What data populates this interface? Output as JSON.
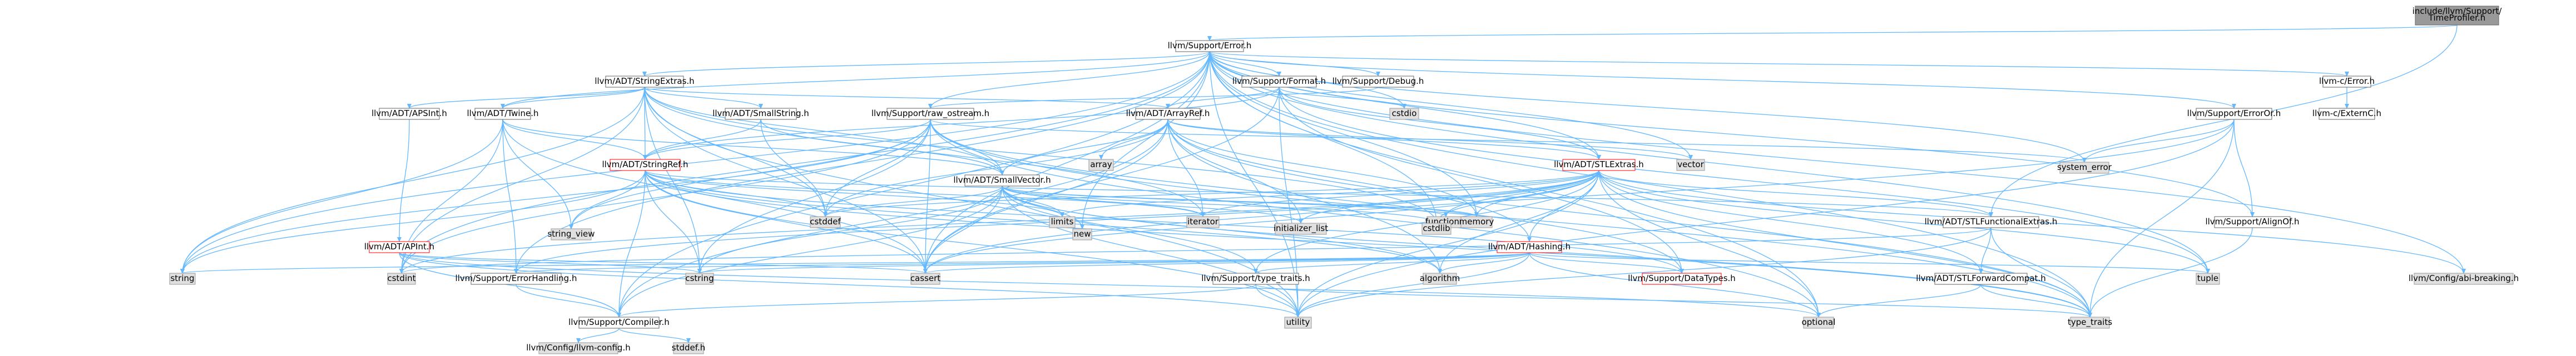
{
  "diagram": {
    "title": "",
    "colors": {
      "edge": "#63b8ff",
      "focus_fill": "#999999",
      "documented_fill": "#ffffff",
      "documented_stroke": "#666666",
      "external_fill": "#e0e0e0",
      "external_stroke": "#999999",
      "truncated_stroke": "#ff0000"
    },
    "nodes": [
      {
        "id": "n_timeprofiler",
        "label": "include/llvm/Support/TimeProfiler.h",
        "style": "focus"
      },
      {
        "id": "n_error",
        "label": "llvm/Support/Error.h",
        "style": "doc"
      },
      {
        "id": "n_config_abi",
        "label": "llvm/Config/abi-breaking.h",
        "style": "ext"
      },
      {
        "id": "n_stringextras",
        "label": "llvm/ADT/StringExtras.h",
        "style": "doc"
      },
      {
        "id": "n_format",
        "label": "llvm/Support/Format.h",
        "style": "doc"
      },
      {
        "id": "n_debug",
        "label": "llvm/Support/Debug.h",
        "style": "doc"
      },
      {
        "id": "n_c_error",
        "label": "llvm-c/Error.h",
        "style": "doc"
      },
      {
        "id": "n_c_externc",
        "label": "llvm-c/ExternC.h",
        "style": "doc"
      },
      {
        "id": "n_apsint",
        "label": "llvm/ADT/APSInt.h",
        "style": "doc"
      },
      {
        "id": "n_twine",
        "label": "llvm/ADT/Twine.h",
        "style": "doc"
      },
      {
        "id": "n_smallstring",
        "label": "llvm/ADT/SmallString.h",
        "style": "doc"
      },
      {
        "id": "n_raw_ostream",
        "label": "llvm/Support/raw_ostream.h",
        "style": "doc"
      },
      {
        "id": "n_arrayref",
        "label": "llvm/ADT/ArrayRef.h",
        "style": "doc"
      },
      {
        "id": "n_cstdio",
        "label": "cstdio",
        "style": "ext"
      },
      {
        "id": "n_vector",
        "label": "vector",
        "style": "ext"
      },
      {
        "id": "n_system_error",
        "label": "system_error",
        "style": "ext"
      },
      {
        "id": "n_erroror",
        "label": "llvm/Support/ErrorOr.h",
        "style": "doc"
      },
      {
        "id": "n_alignof",
        "label": "llvm/Support/AlignOf.h",
        "style": "doc"
      },
      {
        "id": "n_stlextras",
        "label": "llvm/ADT/STLExtras.h",
        "style": "trunc"
      },
      {
        "id": "n_array",
        "label": "array",
        "style": "ext"
      },
      {
        "id": "n_apint",
        "label": "llvm/ADT/APInt.h",
        "style": "trunc"
      },
      {
        "id": "n_stringref",
        "label": "llvm/ADT/StringRef.h",
        "style": "trunc"
      },
      {
        "id": "n_smallvector",
        "label": "llvm/ADT/SmallVector.h",
        "style": "doc"
      },
      {
        "id": "n_iterator",
        "label": "iterator",
        "style": "ext"
      },
      {
        "id": "n_stlfunctional",
        "label": "llvm/ADT/STLFunctionalExtras.h",
        "style": "doc"
      },
      {
        "id": "n_hashing",
        "label": "llvm/ADT/Hashing.h",
        "style": "trunc"
      },
      {
        "id": "n_functional",
        "label": "functional",
        "style": "ext"
      },
      {
        "id": "n_string_view",
        "label": "string_view",
        "style": "ext"
      },
      {
        "id": "n_cstddef",
        "label": "cstddef",
        "style": "ext"
      },
      {
        "id": "n_limits",
        "label": "limits",
        "style": "ext"
      },
      {
        "id": "n_new",
        "label": "new",
        "style": "ext"
      },
      {
        "id": "n_initializer_list",
        "label": "initializer_list",
        "style": "ext"
      },
      {
        "id": "n_cstdlib",
        "label": "cstdlib",
        "style": "ext"
      },
      {
        "id": "n_memory",
        "label": "memory",
        "style": "ext"
      },
      {
        "id": "n_tuple",
        "label": "tuple",
        "style": "ext"
      },
      {
        "id": "n_string",
        "label": "string",
        "style": "ext"
      },
      {
        "id": "n_cstdint",
        "label": "cstdint",
        "style": "ext"
      },
      {
        "id": "n_errorhandling",
        "label": "llvm/Support/ErrorHandling.h",
        "style": "doc"
      },
      {
        "id": "n_cstring",
        "label": "cstring",
        "style": "ext"
      },
      {
        "id": "n_cassert",
        "label": "cassert",
        "style": "ext"
      },
      {
        "id": "n_typetraits_llvm",
        "label": "llvm/Support/type_traits.h",
        "style": "doc"
      },
      {
        "id": "n_algorithm",
        "label": "algorithm",
        "style": "ext"
      },
      {
        "id": "n_datatypes",
        "label": "llvm/Support/DataTypes.h",
        "style": "trunc"
      },
      {
        "id": "n_stlforwardcompat",
        "label": "llvm/ADT/STLForwardCompat.h",
        "style": "doc"
      },
      {
        "id": "n_compiler",
        "label": "llvm/Support/Compiler.h",
        "style": "doc"
      },
      {
        "id": "n_utility",
        "label": "utility",
        "style": "ext"
      },
      {
        "id": "n_optional",
        "label": "optional",
        "style": "ext"
      },
      {
        "id": "n_type_traits",
        "label": "type_traits",
        "style": "ext"
      },
      {
        "id": "n_llvm_config",
        "label": "llvm/Config/llvm-config.h",
        "style": "ext"
      },
      {
        "id": "n_stddef",
        "label": "stddef.h",
        "style": "ext"
      }
    ],
    "edges": [
      [
        "n_timeprofiler",
        "n_error"
      ],
      [
        "n_timeprofiler",
        "n_stlfunctional"
      ],
      [
        "n_error",
        "n_config_abi"
      ],
      [
        "n_error",
        "n_stringextras"
      ],
      [
        "n_error",
        "n_format"
      ],
      [
        "n_error",
        "n_debug"
      ],
      [
        "n_error",
        "n_c_error"
      ],
      [
        "n_error",
        "n_erroror"
      ],
      [
        "n_error",
        "n_alignof"
      ],
      [
        "n_error",
        "n_system_error"
      ],
      [
        "n_error",
        "n_vector"
      ],
      [
        "n_error",
        "n_cstdio"
      ],
      [
        "n_error",
        "n_cstdlib"
      ],
      [
        "n_error",
        "n_cstdint"
      ],
      [
        "n_error",
        "n_memory"
      ],
      [
        "n_error",
        "n_new"
      ],
      [
        "n_error",
        "n_optional"
      ],
      [
        "n_error",
        "n_string"
      ],
      [
        "n_error",
        "n_tuple"
      ],
      [
        "n_error",
        "n_type_traits"
      ],
      [
        "n_error",
        "n_utility"
      ],
      [
        "n_error",
        "n_cassert"
      ],
      [
        "n_error",
        "n_compiler"
      ],
      [
        "n_error",
        "n_errorhandling"
      ],
      [
        "n_error",
        "n_raw_ostream"
      ],
      [
        "n_error",
        "n_twine"
      ],
      [
        "n_error",
        "n_stlextras"
      ],
      [
        "n_c_error",
        "n_c_externc"
      ],
      [
        "n_stringextras",
        "n_apsint"
      ],
      [
        "n_stringextras",
        "n_twine"
      ],
      [
        "n_stringextras",
        "n_smallstring"
      ],
      [
        "n_stringextras",
        "n_arrayref"
      ],
      [
        "n_stringextras",
        "n_stringref"
      ],
      [
        "n_stringextras",
        "n_smallvector"
      ],
      [
        "n_stringextras",
        "n_iterator"
      ],
      [
        "n_stringextras",
        "n_cassert"
      ],
      [
        "n_stringextras",
        "n_cstddef"
      ],
      [
        "n_stringextras",
        "n_cstdint"
      ],
      [
        "n_stringextras",
        "n_cstdlib"
      ],
      [
        "n_stringextras",
        "n_cstring"
      ],
      [
        "n_stringextras",
        "n_string"
      ],
      [
        "n_stringextras",
        "n_utility"
      ],
      [
        "n_format",
        "n_arrayref"
      ],
      [
        "n_format",
        "n_stlextras"
      ],
      [
        "n_format",
        "n_stringref"
      ],
      [
        "n_format",
        "n_datatypes"
      ],
      [
        "n_format",
        "n_cassert"
      ],
      [
        "n_format",
        "n_cstdio"
      ],
      [
        "n_format",
        "n_tuple"
      ],
      [
        "n_format",
        "n_utility"
      ],
      [
        "n_debug",
        "n_raw_ostream"
      ],
      [
        "n_apsint",
        "n_apint"
      ],
      [
        "n_apint",
        "n_compiler"
      ],
      [
        "n_apint",
        "n_cassert"
      ],
      [
        "n_apint",
        "n_optional"
      ],
      [
        "n_apint",
        "n_utility"
      ],
      [
        "n_apint",
        "n_cstring"
      ],
      [
        "n_twine",
        "n_smallvector"
      ],
      [
        "n_twine",
        "n_stringref"
      ],
      [
        "n_twine",
        "n_errorhandling"
      ],
      [
        "n_twine",
        "n_cassert"
      ],
      [
        "n_twine",
        "n_cstdint"
      ],
      [
        "n_twine",
        "n_string"
      ],
      [
        "n_twine",
        "n_string_view"
      ],
      [
        "n_smallstring",
        "n_smallvector"
      ],
      [
        "n_smallstring",
        "n_stringref"
      ],
      [
        "n_smallstring",
        "n_cstddef"
      ],
      [
        "n_raw_ostream",
        "n_smallvector"
      ],
      [
        "n_raw_ostream",
        "n_stringref"
      ],
      [
        "n_raw_ostream",
        "n_datatypes"
      ],
      [
        "n_raw_ostream",
        "n_cassert"
      ],
      [
        "n_raw_ostream",
        "n_cstddef"
      ],
      [
        "n_raw_ostream",
        "n_cstdint"
      ],
      [
        "n_raw_ostream",
        "n_cstring"
      ],
      [
        "n_raw_ostream",
        "n_optional"
      ],
      [
        "n_raw_ostream",
        "n_string"
      ],
      [
        "n_raw_ostream",
        "n_string_view"
      ],
      [
        "n_raw_ostream",
        "n_system_error"
      ],
      [
        "n_raw_ostream",
        "n_type_traits"
      ],
      [
        "n_arrayref",
        "n_hashing"
      ],
      [
        "n_arrayref",
        "n_smallvector"
      ],
      [
        "n_arrayref",
        "n_stlextras"
      ],
      [
        "n_arrayref",
        "n_compiler"
      ],
      [
        "n_arrayref",
        "n_algorithm"
      ],
      [
        "n_arrayref",
        "n_array"
      ],
      [
        "n_arrayref",
        "n_cassert"
      ],
      [
        "n_arrayref",
        "n_cstddef"
      ],
      [
        "n_arrayref",
        "n_initializer_list"
      ],
      [
        "n_arrayref",
        "n_iterator"
      ],
      [
        "n_arrayref",
        "n_memory"
      ],
      [
        "n_arrayref",
        "n_type_traits"
      ],
      [
        "n_arrayref",
        "n_vector"
      ],
      [
        "n_erroror",
        "n_alignof"
      ],
      [
        "n_erroror",
        "n_cassert"
      ],
      [
        "n_erroror",
        "n_system_error"
      ],
      [
        "n_erroror",
        "n_type_traits"
      ],
      [
        "n_erroror",
        "n_utility"
      ],
      [
        "n_alignof",
        "n_type_traits"
      ],
      [
        "n_stlextras",
        "n_hashing"
      ],
      [
        "n_stlextras",
        "n_stlforwardcompat"
      ],
      [
        "n_stlextras",
        "n_stlfunctional"
      ],
      [
        "n_stlextras",
        "n_typetraits_llvm"
      ],
      [
        "n_stlextras",
        "n_config_abi"
      ],
      [
        "n_stlextras",
        "n_errorhandling"
      ],
      [
        "n_stlextras",
        "n_algorithm"
      ],
      [
        "n_stlextras",
        "n_cassert"
      ],
      [
        "n_stlextras",
        "n_cstddef"
      ],
      [
        "n_stlextras",
        "n_cstdint"
      ],
      [
        "n_stlextras",
        "n_cstdlib"
      ],
      [
        "n_stlextras",
        "n_functional"
      ],
      [
        "n_stlextras",
        "n_initializer_list"
      ],
      [
        "n_stlextras",
        "n_iterator"
      ],
      [
        "n_stlextras",
        "n_limits"
      ],
      [
        "n_stlextras",
        "n_memory"
      ],
      [
        "n_stlextras",
        "n_optional"
      ],
      [
        "n_stlextras",
        "n_tuple"
      ],
      [
        "n_stlextras",
        "n_type_traits"
      ],
      [
        "n_stlextras",
        "n_utility"
      ],
      [
        "n_stringref",
        "n_stlfunctional"
      ],
      [
        "n_stringref",
        "n_compiler"
      ],
      [
        "n_stringref",
        "n_datatypes"
      ],
      [
        "n_stringref",
        "n_algorithm"
      ],
      [
        "n_stringref",
        "n_cassert"
      ],
      [
        "n_stringref",
        "n_cstddef"
      ],
      [
        "n_stringref",
        "n_cstring"
      ],
      [
        "n_stringref",
        "n_iterator"
      ],
      [
        "n_stringref",
        "n_limits"
      ],
      [
        "n_stringref",
        "n_string"
      ],
      [
        "n_stringref",
        "n_string_view"
      ],
      [
        "n_stringref",
        "n_type_traits"
      ],
      [
        "n_stringref",
        "n_utility"
      ],
      [
        "n_smallvector",
        "n_compiler"
      ],
      [
        "n_smallvector",
        "n_typetraits_llvm"
      ],
      [
        "n_smallvector",
        "n_algorithm"
      ],
      [
        "n_smallvector",
        "n_cassert"
      ],
      [
        "n_smallvector",
        "n_cstddef"
      ],
      [
        "n_smallvector",
        "n_cstdlib"
      ],
      [
        "n_smallvector",
        "n_cstring"
      ],
      [
        "n_smallvector",
        "n_functional"
      ],
      [
        "n_smallvector",
        "n_initializer_list"
      ],
      [
        "n_smallvector",
        "n_iterator"
      ],
      [
        "n_smallvector",
        "n_limits"
      ],
      [
        "n_smallvector",
        "n_memory"
      ],
      [
        "n_smallvector",
        "n_new"
      ],
      [
        "n_smallvector",
        "n_type_traits"
      ],
      [
        "n_smallvector",
        "n_utility"
      ],
      [
        "n_stlfunctional",
        "n_stlforwardcompat"
      ],
      [
        "n_stlfunctional",
        "n_type_traits"
      ],
      [
        "n_stlfunctional",
        "n_utility"
      ],
      [
        "n_stlfunctional",
        "n_cstdint"
      ],
      [
        "n_hashing",
        "n_errorhandling"
      ],
      [
        "n_hashing",
        "n_typetraits_llvm"
      ],
      [
        "n_hashing",
        "n_datatypes"
      ],
      [
        "n_hashing",
        "n_algorithm"
      ],
      [
        "n_hashing",
        "n_cassert"
      ],
      [
        "n_hashing",
        "n_cstring"
      ],
      [
        "n_hashing",
        "n_optional"
      ],
      [
        "n_hashing",
        "n_string"
      ],
      [
        "n_hashing",
        "n_tuple"
      ],
      [
        "n_hashing",
        "n_utility"
      ],
      [
        "n_errorhandling",
        "n_compiler"
      ],
      [
        "n_typetraits_llvm",
        "n_compiler"
      ],
      [
        "n_typetraits_llvm",
        "n_type_traits"
      ],
      [
        "n_typetraits_llvm",
        "n_utility"
      ],
      [
        "n_stlforwardcompat",
        "n_optional"
      ],
      [
        "n_stlforwardcompat",
        "n_type_traits"
      ],
      [
        "n_compiler",
        "n_llvm_config"
      ],
      [
        "n_compiler",
        "n_stddef"
      ]
    ]
  }
}
